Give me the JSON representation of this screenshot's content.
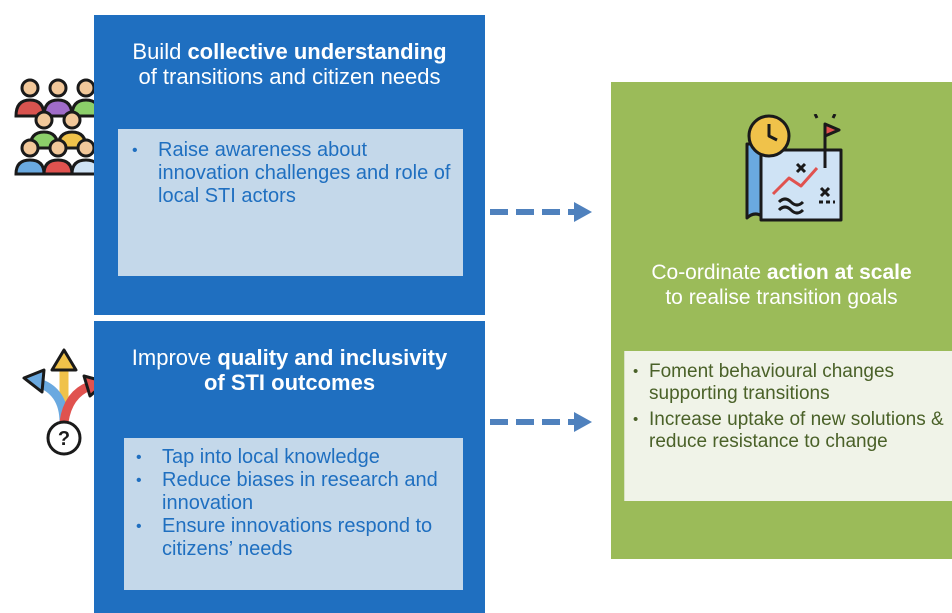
{
  "box1": {
    "title_plain": "Build ",
    "title_bold": "collective understanding",
    "title_line2": "of transitions and citizen needs",
    "bullets": [
      "Raise awareness about innovation challenges and role of local STI actors"
    ]
  },
  "box2": {
    "title_plain": "Improve ",
    "title_bold": "quality and inclusivity",
    "title_line2": "of STI outcomes",
    "bullets": [
      "Tap into local knowledge",
      "Reduce biases in research and innovation",
      "Ensure innovations respond to citizens’ needs"
    ]
  },
  "box3": {
    "title_plain": "Co-ordinate ",
    "title_bold": "action at scale",
    "title_line2": "to realise transition goals",
    "bullets": [
      "Foment behavioural changes supporting transitions",
      "Increase uptake of new solutions & reduce resistance to change"
    ]
  },
  "icons": {
    "people": "people-group-icon",
    "decision": "decision-arrows-icon",
    "plan": "strategy-map-icon"
  },
  "colors": {
    "blue": "#1f6fc0",
    "light_blue": "#c4d8ea",
    "green": "#9bbb59",
    "light_green": "#f0f3e8",
    "arrow": "#4f81bd"
  }
}
